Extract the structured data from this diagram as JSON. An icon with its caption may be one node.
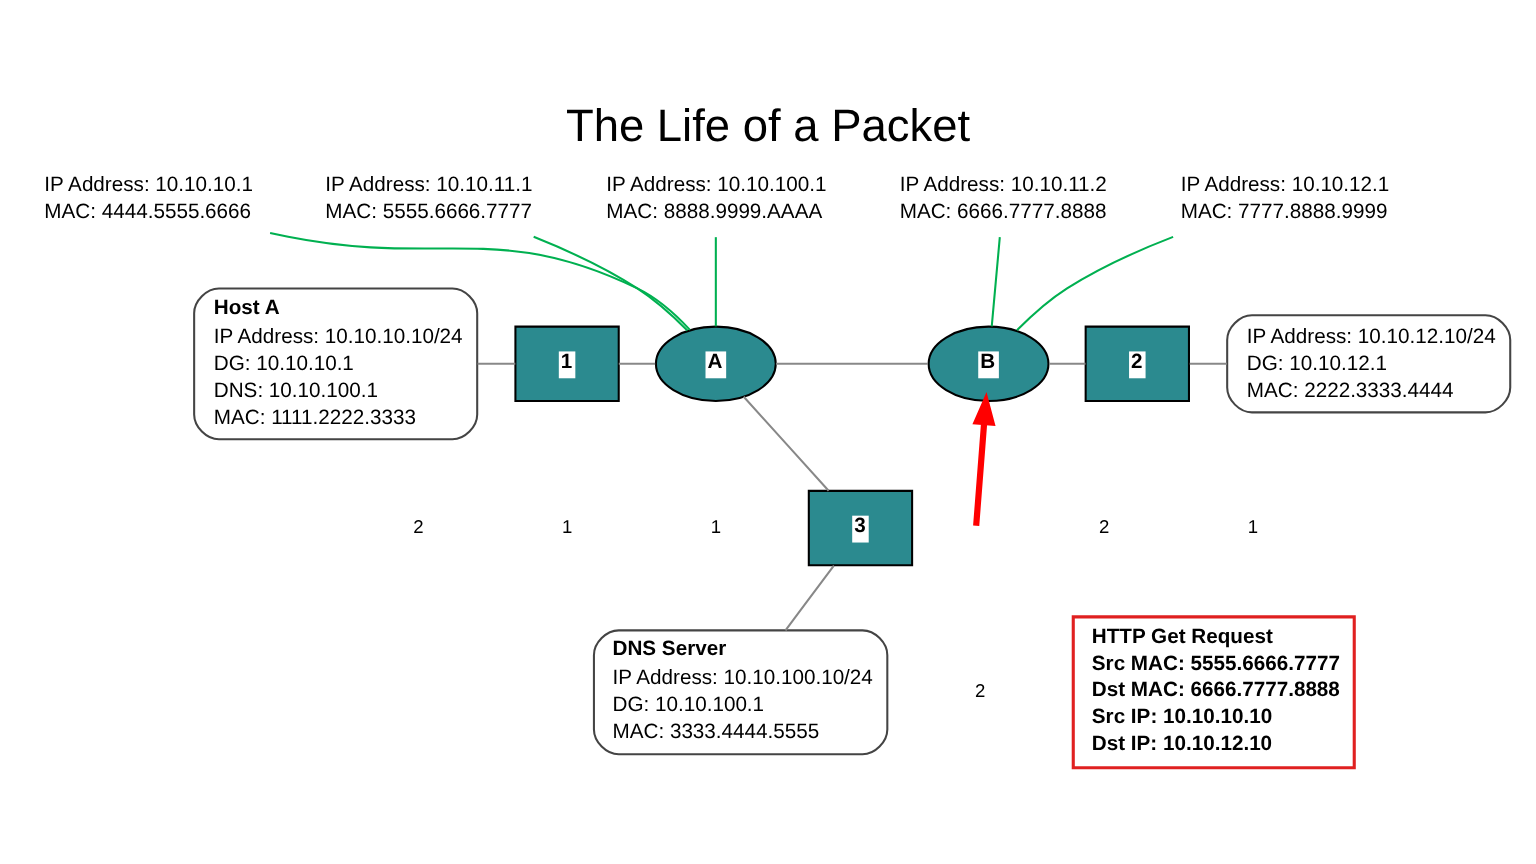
{
  "diagram": {
    "title": "The Life of a Packet",
    "nodes": [
      {
        "text": [
          "Host A",
          "IP Address: 10.10.10.10/24",
          "DG: 10.10.10.1",
          "DNS: 10.10.100.1",
          "MAC: 1111.2222.3333"
        ]
      },
      {
        "text": [
          "1"
        ]
      },
      {
        "text": [
          "A"
        ]
      },
      {
        "text": [
          "B"
        ]
      },
      {
        "text": [
          "2"
        ]
      },
      {
        "text": [
          "IP Address: 10.10.12.10/24",
          "DG: 10.10.12.1",
          "MAC: 2222.3333.4444"
        ]
      },
      {
        "text": [
          "3"
        ]
      },
      {
        "text": [
          "DNS Server",
          "IP Address: 10.10.100.10/24",
          "DG: 10.10.100.1",
          "MAC: 3333.4444.5555"
        ]
      },
      {
        "text": [
          "IP Address: 10.10.10.1",
          "MAC: 4444.5555.6666"
        ]
      },
      {
        "text": [
          "IP Address: 10.10.11.1",
          "MAC: 5555.6666.7777"
        ]
      },
      {
        "text": [
          "IP Address: 10.10.100.1",
          "MAC: 8888.9999.AAAA"
        ]
      },
      {
        "text": [
          "IP Address: 10.10.11.2",
          "MAC: 6666.7777.8888"
        ]
      },
      {
        "text": [
          "IP Address: 10.10.12.1",
          "MAC: 7777.8888.9999"
        ]
      },
      {
        "text": [
          "HTTP Get Request",
          "Src MAC: 5555.6666.7777",
          "Dst MAC: 6666.7777.8888",
          "Src IP: 10.10.10.10",
          "Dst IP: 10.10.12.10"
        ]
      }
    ],
    "edges": [
      {
        "from": 0,
        "to": 1,
        "arrow": "none"
      },
      {
        "from": 1,
        "to": 2,
        "arrow": "none"
      },
      {
        "from": 2,
        "to": 3,
        "arrow": "none"
      },
      {
        "from": 3,
        "to": 4,
        "arrow": "none"
      },
      {
        "from": 4,
        "to": 5,
        "arrow": "none"
      },
      {
        "from": 2,
        "to": 6,
        "arrow": "none"
      },
      {
        "from": 6,
        "to": 7,
        "arrow": "none"
      },
      {
        "from": 8,
        "to": 2,
        "arrow": "none",
        "color": "#00b050"
      },
      {
        "from": 9,
        "to": 2,
        "arrow": "none",
        "color": "#00b050"
      },
      {
        "from": 10,
        "to": 2,
        "arrow": "none",
        "color": "#00b050"
      },
      {
        "from": 11,
        "to": 3,
        "arrow": "none",
        "color": "#00b050"
      },
      {
        "from": 12,
        "to": 3,
        "arrow": "none",
        "color": "#00b050"
      },
      {
        "from": null,
        "to": 3,
        "arrow": "to",
        "style": "thick",
        "color": "#ff0000"
      }
    ],
    "labels": [
      "1",
      "2",
      "1",
      "2",
      "1",
      "2"
    ]
  }
}
